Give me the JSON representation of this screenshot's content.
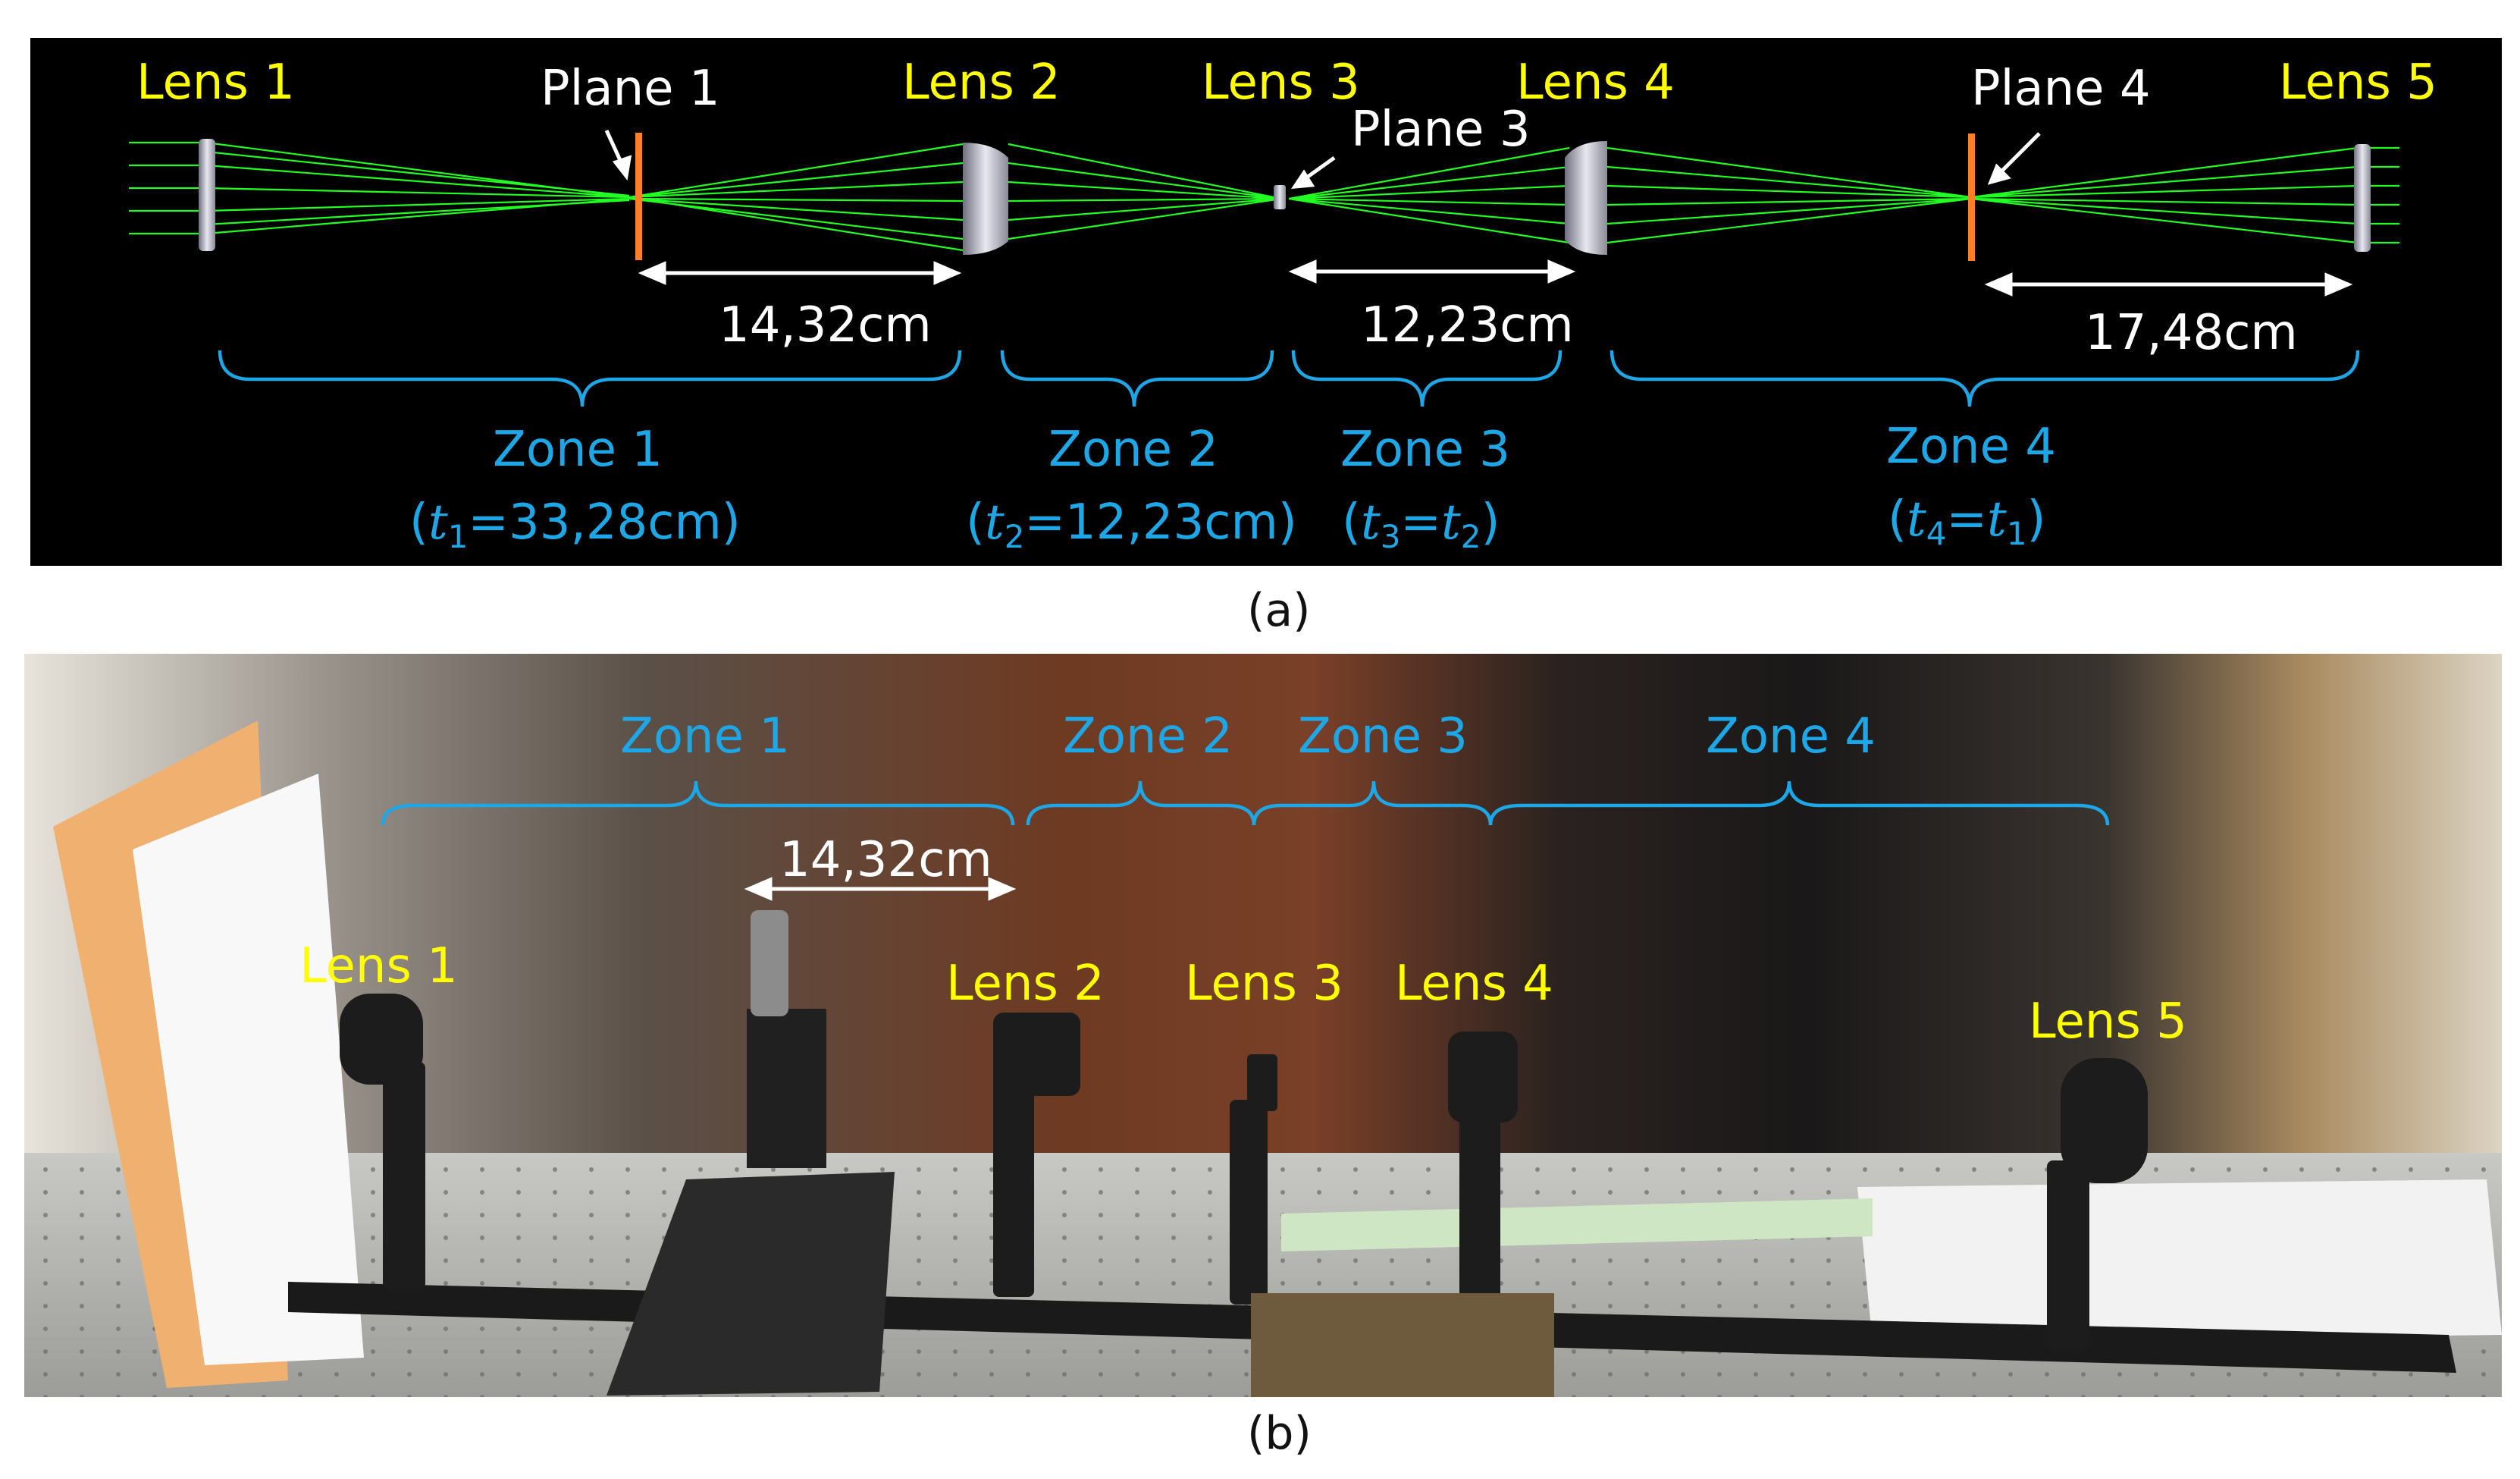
{
  "panel_a": {
    "caption": "(a)",
    "lenses": [
      "Lens 1",
      "Lens 2",
      "Lens 3",
      "Lens 4",
      "Lens 5"
    ],
    "planes": [
      "Plane 1",
      "Plane 3",
      "Plane 4"
    ],
    "distances": [
      "14,32cm",
      "12,23cm",
      "17,48cm"
    ],
    "zones": [
      {
        "name": "Zone 1",
        "formula": {
          "t": "t",
          "sub": "1",
          "rest": "=33,28cm"
        }
      },
      {
        "name": "Zone 2",
        "formula": {
          "t": "t",
          "sub": "2",
          "rest": "=12,23cm"
        }
      },
      {
        "name": "Zone 3",
        "formula": {
          "t": "t",
          "sub": "3",
          "eq": "=",
          "t2": "t",
          "sub2": "2"
        }
      },
      {
        "name": "Zone 4",
        "formula": {
          "t": "t",
          "sub": "4",
          "eq": "=",
          "t2": "t",
          "sub2": "1"
        }
      }
    ],
    "colors": {
      "background": "#000000",
      "rays": "#22ff22",
      "plane_marker": "#ff7f27",
      "lens_label": "#ffff00",
      "zone_label": "#1ea7e6"
    }
  },
  "panel_b": {
    "caption": "(b)",
    "zones": [
      "Zone 1",
      "Zone 2",
      "Zone 3",
      "Zone 4"
    ],
    "distance": "14,32cm",
    "lenses": [
      "Lens 1",
      "Lens 2",
      "Lens 3",
      "Lens 4",
      "Lens 5"
    ]
  }
}
